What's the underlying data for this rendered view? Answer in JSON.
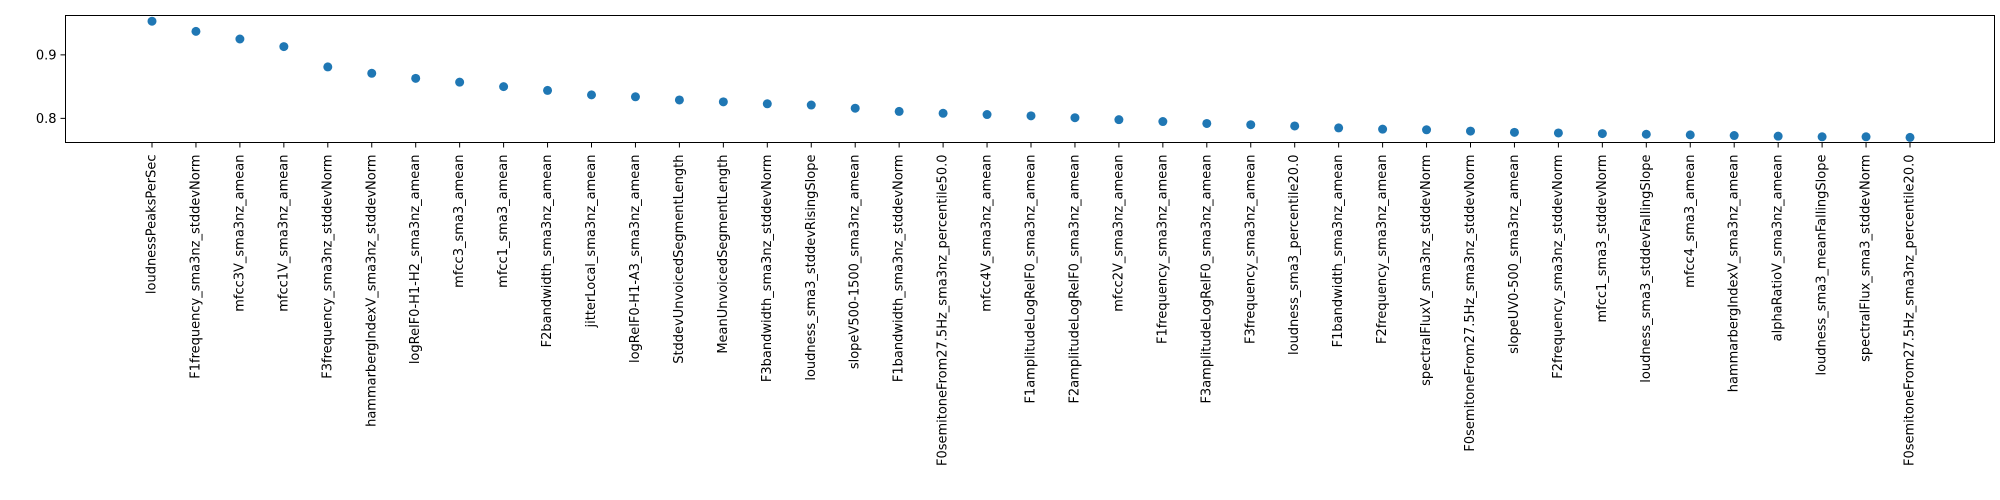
{
  "chart_data": {
    "type": "scatter",
    "title": "",
    "xlabel": "",
    "ylabel": "",
    "grid": false,
    "legend": null,
    "marker_color": "#1f77b4",
    "ylim": [
      0.762,
      0.962
    ],
    "y_ticks": [
      0.8,
      0.9
    ],
    "y_tick_labels": [
      "0.8",
      "0.9"
    ],
    "categories": [
      "loudnessPeaksPerSec",
      "F1frequency_sma3nz_stddevNorm",
      "mfcc3V_sma3nz_amean",
      "mfcc1V_sma3nz_amean",
      "F3frequency_sma3nz_stddevNorm",
      "hammarbergIndexV_sma3nz_stddevNorm",
      "logRelF0-H1-H2_sma3nz_amean",
      "mfcc3_sma3_amean",
      "mfcc1_sma3_amean",
      "F2bandwidth_sma3nz_amean",
      "jitterLocal_sma3nz_amean",
      "logRelF0-H1-A3_sma3nz_amean",
      "StddevUnvoicedSegmentLength",
      "MeanUnvoicedSegmentLength",
      "F3bandwidth_sma3nz_stddevNorm",
      "loudness_sma3_stddevRisingSlope",
      "slopeV500-1500_sma3nz_amean",
      "F1bandwidth_sma3nz_stddevNorm",
      "F0semitoneFrom27.5Hz_sma3nz_percentile50.0",
      "mfcc4V_sma3nz_amean",
      "F1amplitudeLogRelF0_sma3nz_amean",
      "F2amplitudeLogRelF0_sma3nz_amean",
      "mfcc2V_sma3nz_amean",
      "F1frequency_sma3nz_amean",
      "F3amplitudeLogRelF0_sma3nz_amean",
      "F3frequency_sma3nz_amean",
      "loudness_sma3_percentile20.0",
      "F1bandwidth_sma3nz_amean",
      "F2frequency_sma3nz_amean",
      "spectralFluxV_sma3nz_stddevNorm",
      "F0semitoneFrom27.5Hz_sma3nz_stddevNorm",
      "slopeUV0-500_sma3nz_amean",
      "F2frequency_sma3nz_stddevNorm",
      "mfcc1_sma3_stddevNorm",
      "loudness_sma3_stddevFallingSlope",
      "mfcc4_sma3_amean",
      "hammarbergIndexV_sma3nz_amean",
      "alphaRatioV_sma3nz_amean",
      "loudness_sma3_meanFallingSlope",
      "spectralFlux_sma3_stddevNorm",
      "F0semitoneFrom27.5Hz_sma3nz_percentile20.0"
    ],
    "values": [
      0.953,
      0.937,
      0.925,
      0.913,
      0.881,
      0.871,
      0.863,
      0.857,
      0.85,
      0.844,
      0.837,
      0.834,
      0.829,
      0.826,
      0.823,
      0.821,
      0.816,
      0.811,
      0.808,
      0.806,
      0.804,
      0.801,
      0.798,
      0.795,
      0.792,
      0.79,
      0.788,
      0.785,
      0.783,
      0.782,
      0.78,
      0.778,
      0.777,
      0.776,
      0.775,
      0.774,
      0.773,
      0.772,
      0.771,
      0.771,
      0.77
    ]
  }
}
